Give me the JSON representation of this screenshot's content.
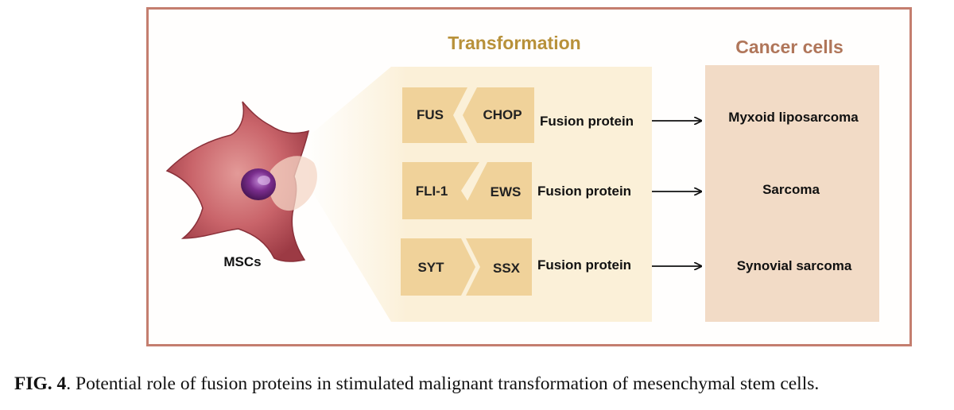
{
  "header": {
    "transformation": "Transformation",
    "cancer_cells": "Cancer cells"
  },
  "cell_label": "MSCs",
  "rows": [
    {
      "left": "FUS",
      "right": "CHOP",
      "protein": "Fusion protein",
      "cancer": "Myxoid liposarcoma"
    },
    {
      "left": "FLI-1",
      "right": "EWS",
      "protein": "Fusion protein",
      "cancer": "Sarcoma"
    },
    {
      "left": "SYT",
      "right": "SSX",
      "protein": "Fusion protein",
      "cancer": "Synovial sarcoma"
    }
  ],
  "caption": {
    "label": "FIG. 4",
    "text": ". Potential role of fusion proteins in stimulated malignant transformation of mesenchymal stem cells."
  },
  "colors": {
    "frame": "#c47e6f",
    "heading_gold": "#b8913a",
    "heading_brown": "#b0765a",
    "panel": "#fbf0d8",
    "cancer_panel": "#f2dbc6",
    "fusion_tile": "#f0d29a",
    "cell": "#c55a60",
    "nucleus": "#7b2e8e"
  }
}
